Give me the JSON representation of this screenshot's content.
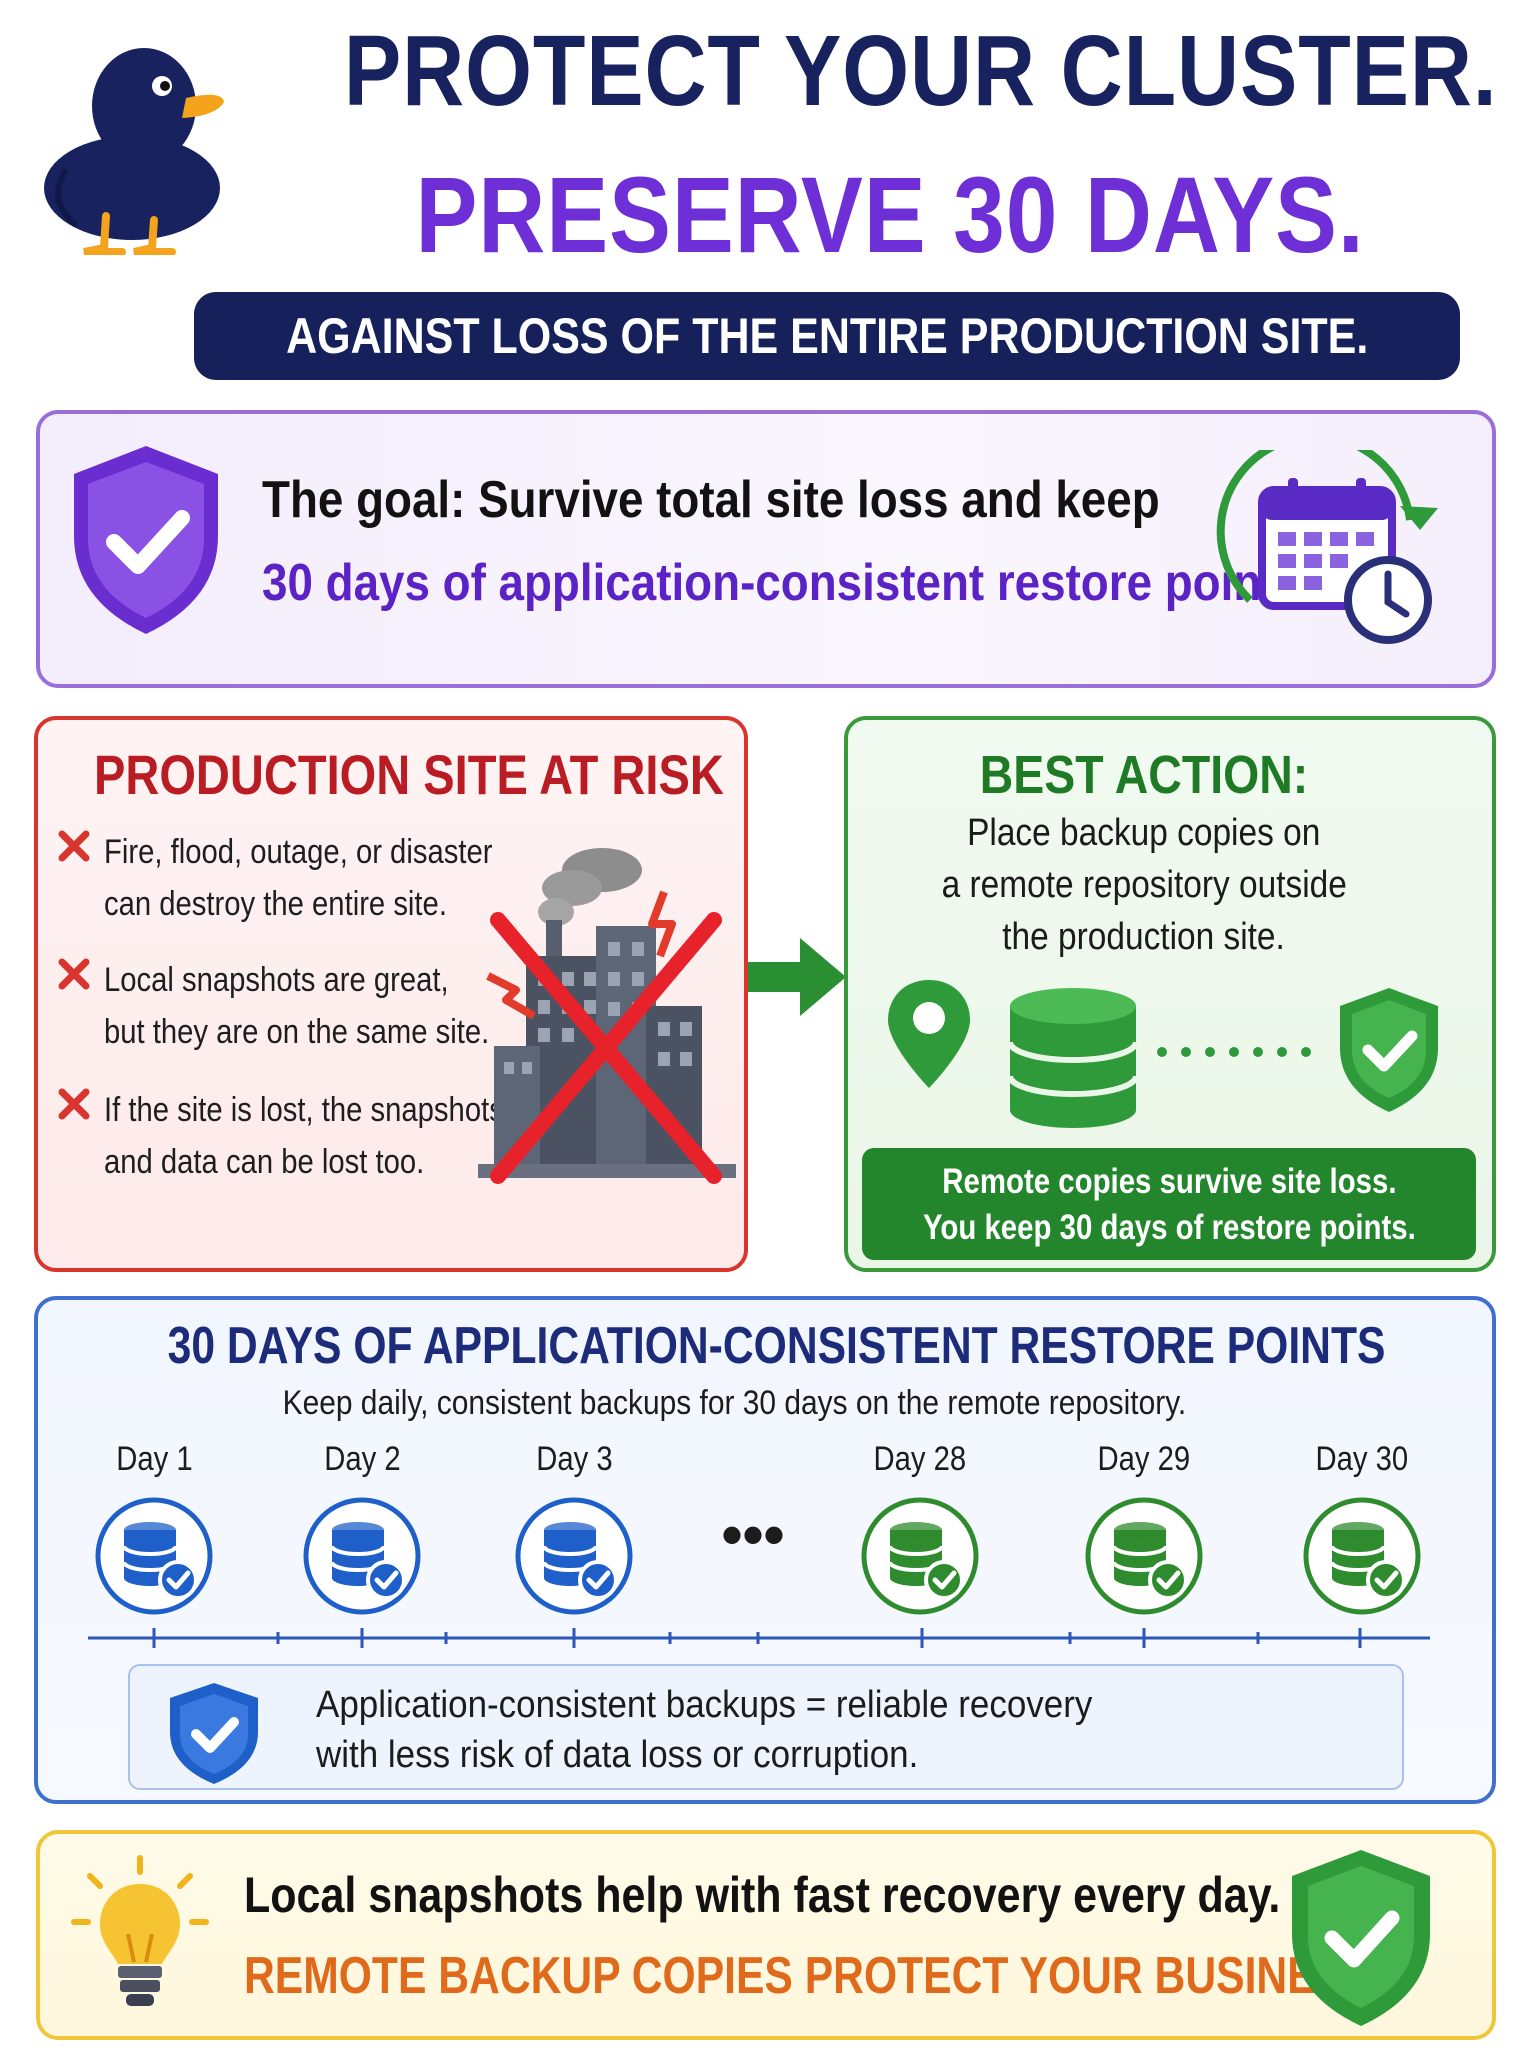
{
  "header": {
    "line1": "PROTECT YOUR CLUSTER.",
    "line2": "PRESERVE 30 DAYS.",
    "banner": "AGAINST LOSS OF THE ENTIRE PRODUCTION SITE."
  },
  "goal": {
    "line1": "The goal: Survive total site loss and keep",
    "line2": "30 days of application-consistent restore points."
  },
  "risk": {
    "title": "PRODUCTION SITE AT RISK",
    "items": [
      {
        "line1": "Fire, flood, outage, or disaster",
        "line2": "can destroy the entire site."
      },
      {
        "line1": "Local snapshots are great,",
        "line2": "but they are on the same site."
      },
      {
        "line1": "If the site is lost, the snapshots",
        "line2": "and data can be lost too."
      }
    ]
  },
  "action": {
    "title": "BEST ACTION:",
    "lines": [
      "Place backup copies on",
      "a remote repository outside",
      "the production site."
    ],
    "box_lines": [
      "Remote copies survive site loss.",
      "You keep 30 days of restore points."
    ]
  },
  "timeline": {
    "title": "30 DAYS OF APPLICATION-CONSISTENT RESTORE POINTS",
    "subtitle": "Keep daily, consistent backups for 30 days on the remote repository.",
    "days": [
      {
        "label": "Day 1",
        "color": "#1f5fc9"
      },
      {
        "label": "Day 2",
        "color": "#1f5fc9"
      },
      {
        "label": "Day 3",
        "color": "#1f5fc9"
      },
      {
        "label": "Day 28",
        "color": "#2e8b2e"
      },
      {
        "label": "Day 29",
        "color": "#2e8b2e"
      },
      {
        "label": "Day 30",
        "color": "#2e8b2e"
      }
    ],
    "ellipsis": "•••",
    "note_line1": "Application-consistent backups = reliable recovery",
    "note_line2": "with less risk of data loss or corruption."
  },
  "tip": {
    "line1": "Local snapshots help with fast recovery every day.",
    "line2": "REMOTE BACKUP COPIES PROTECT YOUR BUSINESS."
  },
  "colors": {
    "navy": "#17225e",
    "purple": "#6f2fd6",
    "red": "#d9352f",
    "green": "#2e8b2e",
    "blue": "#1f5fc9",
    "orange": "#e06a1b",
    "yellow": "#f0c63a"
  },
  "icons": [
    "duck-icon",
    "shield-check-icon",
    "calendar-clock-icon",
    "x-icon",
    "burning-building-icon",
    "arrow-right-icon",
    "location-pin-icon",
    "database-icon",
    "lightbulb-icon"
  ]
}
